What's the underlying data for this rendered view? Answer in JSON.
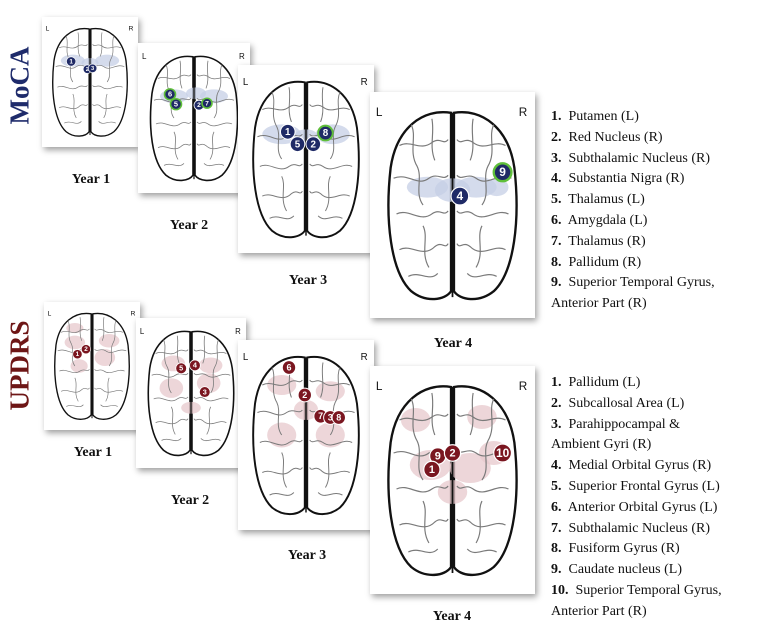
{
  "row_labels": {
    "moca": "MoCA",
    "updrs": "UPDRS"
  },
  "hemispheres": {
    "left": "L",
    "right": "R"
  },
  "colors": {
    "moca_marker": "#1f2a66",
    "moca_marker_highlight": "#5fbf3a",
    "moca_blob": "#c6cfe6",
    "updrs_marker": "#7a1620",
    "updrs_blob": "#e7c8cc",
    "updrs_marker_light": "#c9344a"
  },
  "moca_panels": [
    {
      "year": "Year 1",
      "markers": [
        "1",
        "2",
        "3"
      ]
    },
    {
      "year": "Year 2",
      "markers": [
        "6",
        "5",
        "2",
        "7"
      ]
    },
    {
      "year": "Year 3",
      "markers": [
        "1",
        "5",
        "2",
        "8"
      ]
    },
    {
      "year": "Year 4",
      "markers": [
        "4",
        "9"
      ]
    }
  ],
  "updrs_panels": [
    {
      "year": "Year 1",
      "markers": [
        "1",
        "2"
      ]
    },
    {
      "year": "Year 2",
      "markers": [
        "5",
        "4",
        "3"
      ]
    },
    {
      "year": "Year 3",
      "markers": [
        "6",
        "2",
        "7",
        "3",
        "8"
      ]
    },
    {
      "year": "Year 4",
      "markers": [
        "9",
        "2",
        "1",
        "10"
      ]
    }
  ],
  "moca_legend": [
    {
      "num": "1.",
      "text": "Putamen (L)"
    },
    {
      "num": "2.",
      "text": "Red Nucleus (R)"
    },
    {
      "num": "3.",
      "text": "Subthalamic Nucleus (R)"
    },
    {
      "num": "4.",
      "text": "Substantia Nigra (R)"
    },
    {
      "num": "5.",
      "text": "Thalamus (L)"
    },
    {
      "num": "6.",
      "text": "Amygdala (L)"
    },
    {
      "num": "7.",
      "text": "Thalamus (R)"
    },
    {
      "num": "8.",
      "text": "Pallidum (R)"
    },
    {
      "num": "9.",
      "text": "Superior Temporal Gyrus,"
    },
    {
      "num": "",
      "text": "Anterior Part (R)"
    }
  ],
  "updrs_legend": [
    {
      "num": "1.",
      "text": "Pallidum (L)"
    },
    {
      "num": "2.",
      "text": "Subcallosal Area (L)"
    },
    {
      "num": "3.",
      "text": "Parahippocampal &"
    },
    {
      "num": "",
      "text": "Ambient Gyri (R)"
    },
    {
      "num": "4.",
      "text": "Medial Orbital Gyrus (R)"
    },
    {
      "num": "5.",
      "text": "Superior Frontal Gyrus (L)"
    },
    {
      "num": "6.",
      "text": "Anterior Orbital Gyrus (L)"
    },
    {
      "num": "7.",
      "text": "Subthalamic Nucleus (R)"
    },
    {
      "num": "8.",
      "text": "Fusiform Gyrus (R)"
    },
    {
      "num": "9.",
      "text": "Caudate nucleus (L)"
    },
    {
      "num": "10.",
      "text": "Superior Temporal Gyrus,"
    },
    {
      "num": "",
      "text": "Anterior Part (R)"
    }
  ]
}
